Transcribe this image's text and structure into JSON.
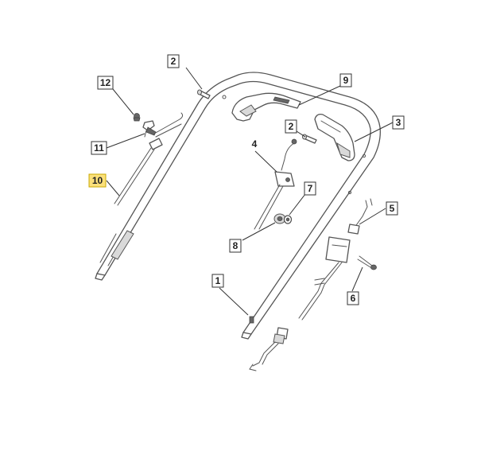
{
  "labels": {
    "l1": "1",
    "l2a": "2",
    "l2b": "2",
    "l3": "3",
    "l4": "4",
    "l5": "5",
    "l6": "6",
    "l7": "7",
    "l8": "8",
    "l9": "9",
    "l10": "10",
    "l11": "11",
    "l12": "12"
  },
  "highlighted_label": "10",
  "colors": {
    "highlight": "#fbe07a",
    "line": "#555555"
  }
}
